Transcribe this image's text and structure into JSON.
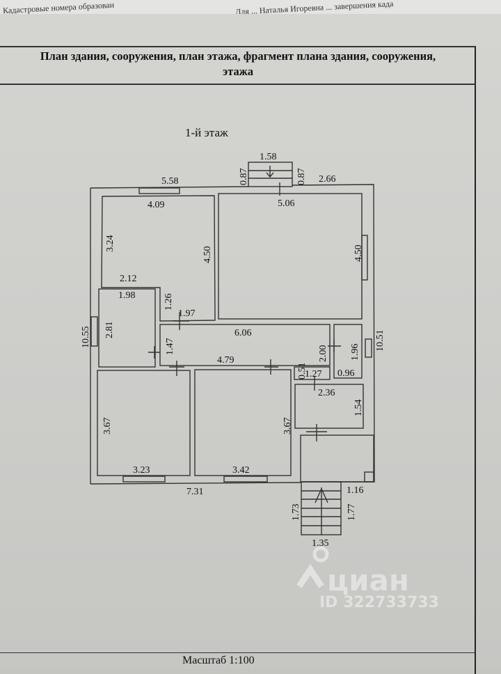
{
  "background_doc": {
    "fragment_left": "Кадастровые номера образован",
    "fragment_right": "Для ... Наталья Игоревна ... завершения када"
  },
  "document": {
    "title_line1": "План здания, сооружения, план этажа, фрагмент плана здания, сооружения,",
    "title_line2": "этажа",
    "floor_label": "1-й этаж",
    "scale": "Масштаб 1:100"
  },
  "dims": [
    "5.58",
    "4.09",
    "3.24",
    "4.50",
    "2.12",
    "1.98",
    "1.26",
    "1.97",
    "2.81",
    "10.55",
    "1.47",
    "6.06",
    "4.79",
    "0.51",
    "2.00",
    "1.96",
    "10.51",
    "0.96",
    "1.27",
    "2.36",
    "1.54",
    "3.67",
    "3.67",
    "3.23",
    "3.42",
    "7.31",
    "1.16",
    "1.73",
    "1.77",
    "1.35",
    "1.58",
    "0.87",
    "0.87",
    "2.66",
    "5.06",
    "4.50"
  ],
  "watermark": {
    "brand": "циан",
    "id": "ID 322733733"
  }
}
